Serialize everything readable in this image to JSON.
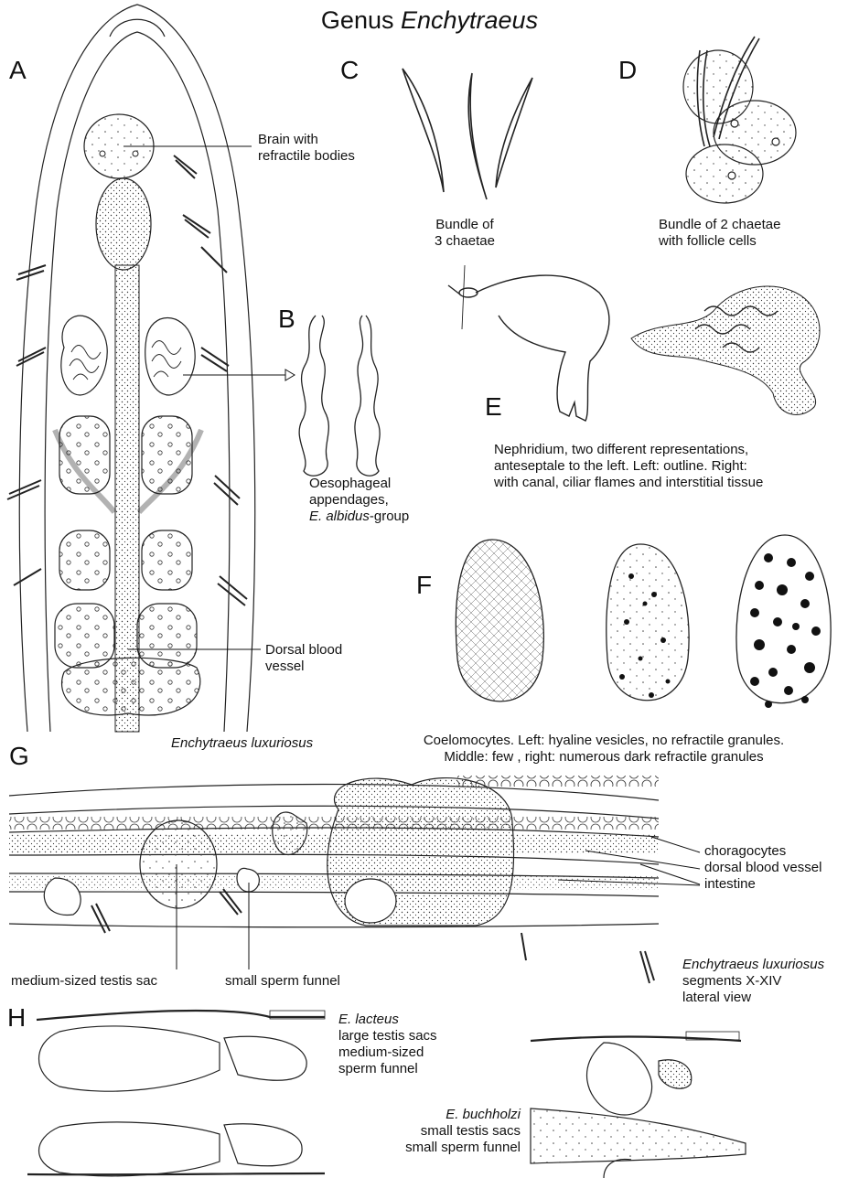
{
  "title": {
    "prefix": "Genus ",
    "genus": "Enchytraeus"
  },
  "panels": {
    "A": {
      "letter": "A",
      "brain_label": [
        "Brain with",
        "refractile bodies"
      ],
      "dorsal_label": [
        "Dorsal blood",
        "vessel"
      ],
      "caption": "Enchytraeus luxuriosus"
    },
    "B": {
      "letter": "B",
      "caption_l1": "Oesophageal",
      "caption_l2": "appendages,",
      "caption_l3_species": "E. albidus",
      "caption_l3_suffix": "-group"
    },
    "C": {
      "letter": "C",
      "caption": [
        "Bundle of",
        "3 chaetae"
      ]
    },
    "D": {
      "letter": "D",
      "caption": [
        "Bundle of 2 chaetae",
        "with follicle cells"
      ]
    },
    "E": {
      "letter": "E",
      "caption": [
        "Nephridium, two different representations,",
        "anteseptale to the left. Left:  outline. Right:",
        "with canal, ciliar flames and interstitial tissue"
      ]
    },
    "F": {
      "letter": "F",
      "caption": [
        "Coelomocytes. Left: hyaline vesicles, no refractile granules.",
        "Middle: few , right: numerous dark refractile granules"
      ]
    },
    "G": {
      "letter": "G",
      "labels": {
        "chloragocytes": "choragocytes",
        "dorsal": "dorsal blood vessel",
        "intestine": "intestine"
      },
      "testis": "medium-sized testis sac",
      "funnel": "small sperm funnel",
      "species": "Enchytraeus luxuriosus",
      "species_l2": "segments X-XIV",
      "species_l3": "lateral view"
    },
    "H": {
      "letter": "H",
      "lacteus": {
        "species": "E. lacteus",
        "l2": "large testis sacs",
        "l3": "medium-sized",
        "l4": "sperm funnel"
      },
      "buchholzi": {
        "species": "E. buchholzi",
        "l2": "small testis sacs",
        "l3": "small sperm funnel"
      }
    }
  }
}
